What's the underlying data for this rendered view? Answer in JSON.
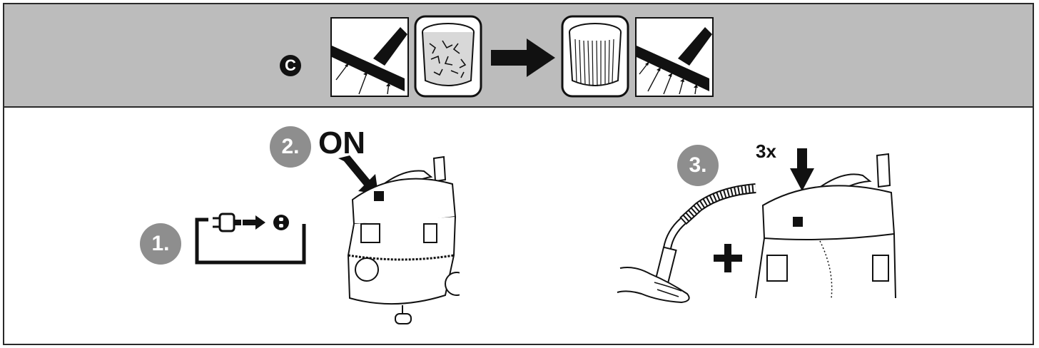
{
  "header": {
    "section_letter": "C"
  },
  "steps": {
    "step1_label": "1.",
    "step2_label": "2.",
    "step2_text": "ON",
    "step3_label": "3.",
    "step3_count": "3x"
  },
  "icons": {
    "header": [
      "floor-nozzle-weak-suction-icon",
      "clogged-filter-icon",
      "arrow-right-icon",
      "clean-filter-icon",
      "floor-nozzle-strong-suction-icon"
    ],
    "step1": "plug-in-socket-icon",
    "step2": "vacuum-cleaner-switch-on-icon",
    "step3": [
      "hose-suction-hand-icon",
      "plus-icon",
      "vacuum-button-press-icon"
    ]
  },
  "colors": {
    "header_band": "#bcbcbc",
    "step_circle": "#8e8e8e",
    "ink": "#111111"
  }
}
